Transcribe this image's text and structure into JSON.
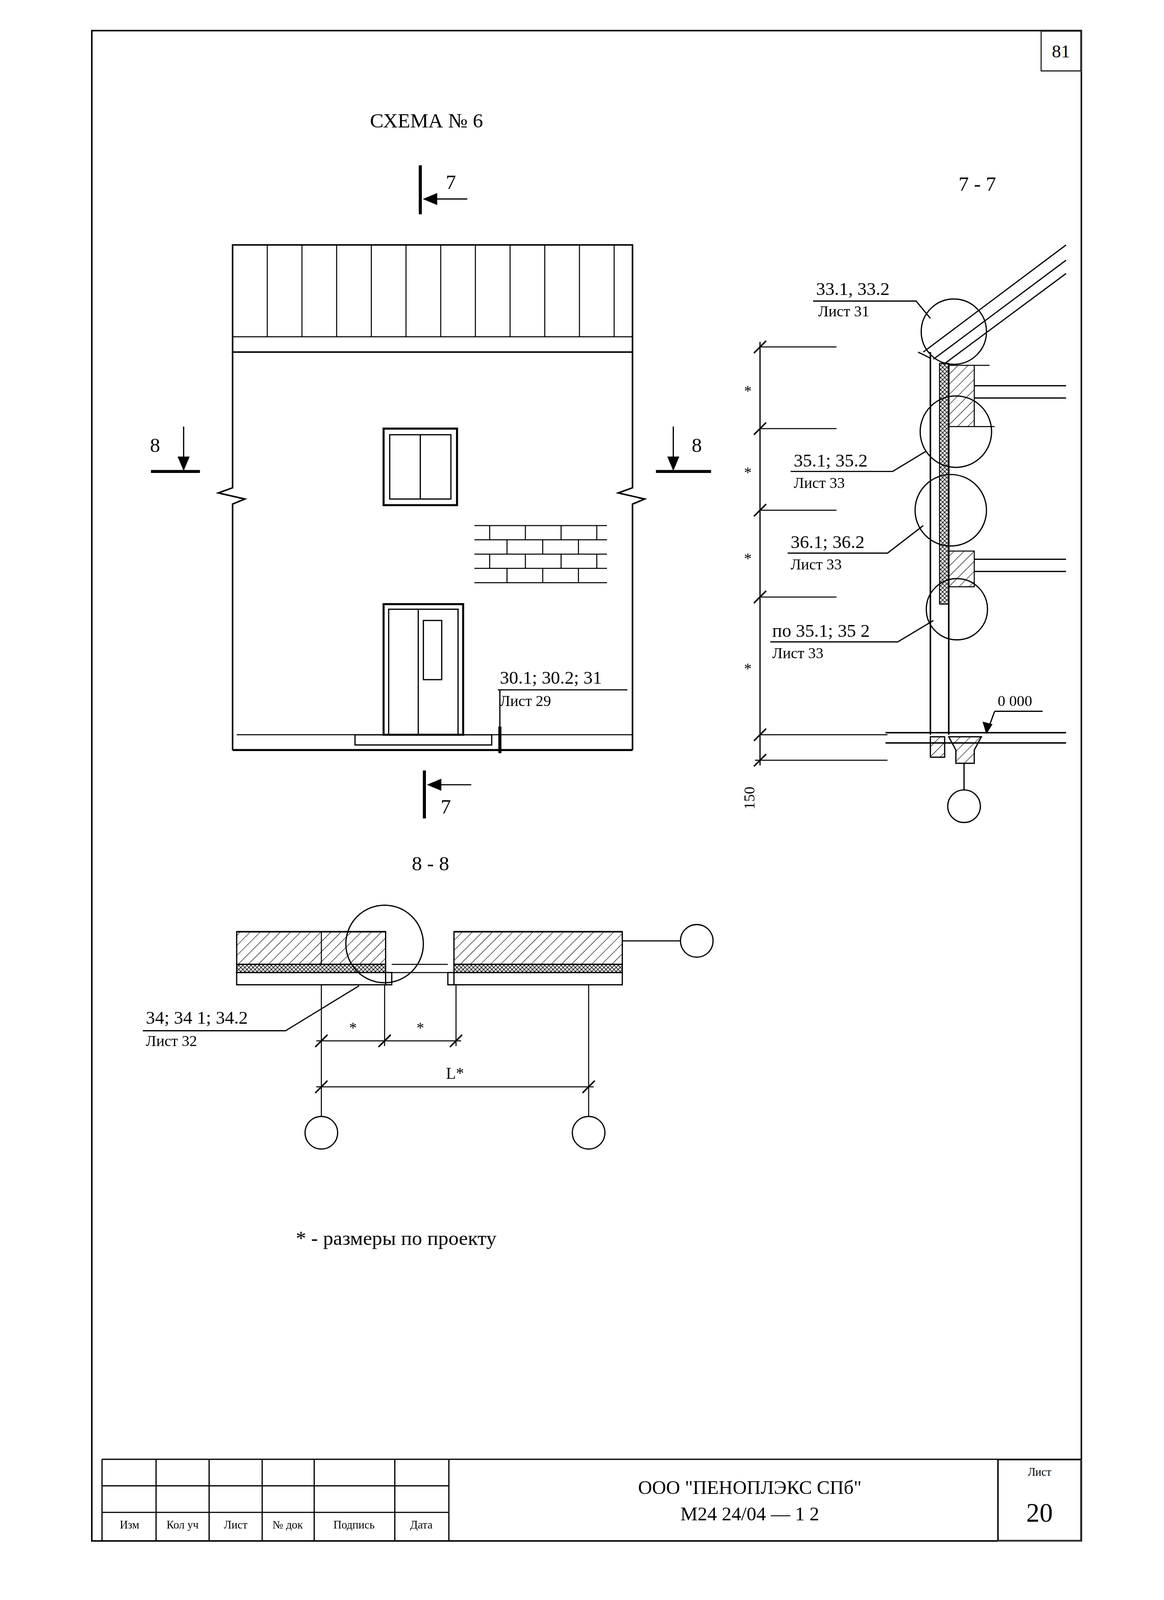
{
  "diagram": {
    "title": "СХЕМА № 6",
    "nodes": [
      {
        "text": [
          "81"
        ]
      },
      {
        "text": [
          "Лист",
          "20"
        ]
      }
    ],
    "labels": [
      "7",
      "7",
      "7 - 7",
      "8",
      "8",
      "8 - 8",
      "33.1, 33.2",
      "Лист 31",
      "35.1; 35.2",
      "Лист 33",
      "36.1; 36.2",
      "Лист 33",
      "по 35.1; 35 2",
      "Лист 33",
      "0 000",
      "150",
      "*",
      "*",
      "*",
      "*",
      "30.1; 30.2; 31",
      "Лист 29",
      "34; 34 1; 34.2",
      "Лист 32",
      "*",
      "*",
      "L*",
      "* - размеры по проекту",
      "Изм",
      "Кол уч",
      "Лист",
      "№ док",
      "Подпись",
      "Дата",
      "ООО \"ПЕНОПЛЭКС СПб\"",
      "М24 24/04 — 1 2"
    ]
  }
}
